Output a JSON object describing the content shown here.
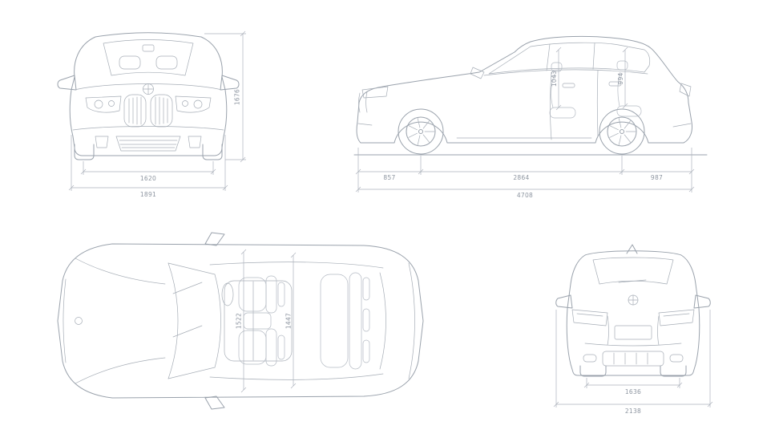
{
  "diagram_title": "vehicle-dimensions-blueprint",
  "colors": {
    "background": "#ffffff",
    "car_line": "#9aa2ac",
    "detail_line": "#a6adb6",
    "dimension_line": "#aeb4bd",
    "dimension_text": "#8d95a0"
  },
  "icons": {
    "brand": "bmw-roundel"
  },
  "dimensions": {
    "front": {
      "track": "1620",
      "overall_width": "1891",
      "overall_height": "1676"
    },
    "side": {
      "front_overhang": "857",
      "wheelbase": "2864",
      "rear_overhang": "987",
      "overall_length": "4708",
      "front_headroom": "1043",
      "rear_headroom": "994"
    },
    "top": {
      "front_interior_width": "1522",
      "rear_interior_width": "1447"
    },
    "rear": {
      "track": "1636",
      "width_incl_mirrors": "2138"
    }
  }
}
